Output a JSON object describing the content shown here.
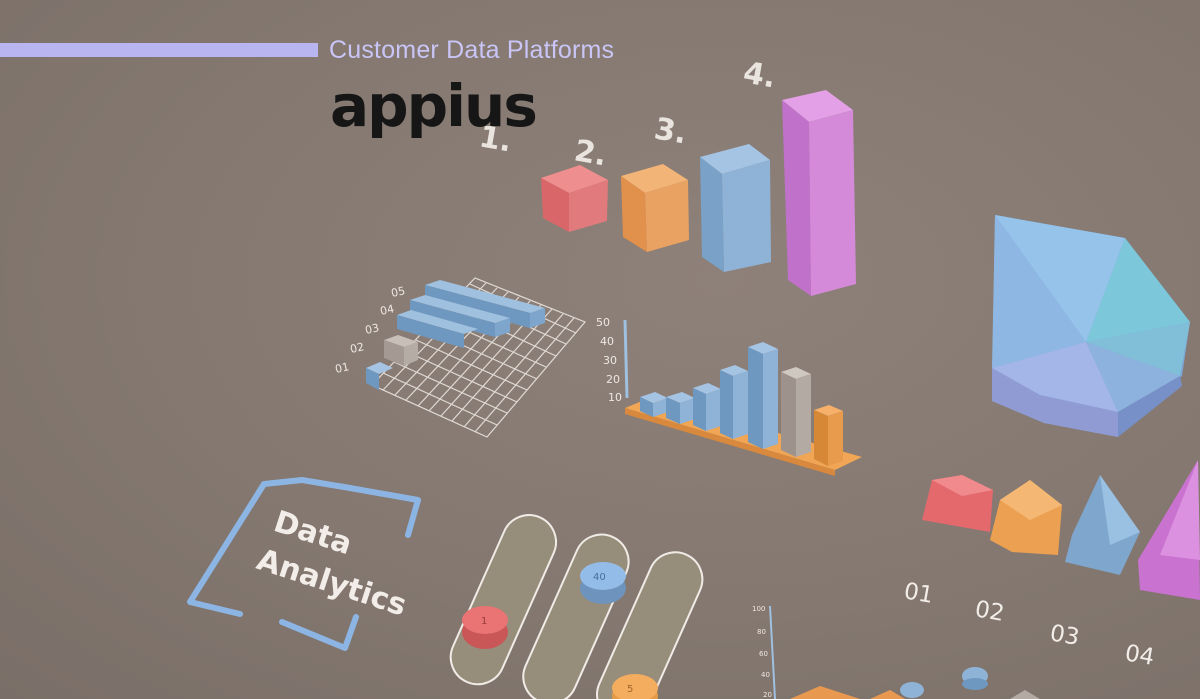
{
  "header": {
    "subtitle": "Customer Data Platforms",
    "logo_text": "appius"
  },
  "ranking_blocks": {
    "labels": [
      "1.",
      "2.",
      "3.",
      "4."
    ],
    "colors": [
      "#e0696b",
      "#e9994f",
      "#7fa6cc",
      "#c97bd0"
    ]
  },
  "horizontal_chart": {
    "ticks": [
      "05",
      "04",
      "03",
      "02",
      "01"
    ]
  },
  "vertical_chart": {
    "ticks": [
      "50",
      "40",
      "30",
      "20",
      "10"
    ]
  },
  "badge": {
    "line1": "Data",
    "line2": "Analytics"
  },
  "slider_values": [
    "1",
    "40",
    "5"
  ],
  "lower_blocks": {
    "labels": [
      "01",
      "02",
      "03",
      "04"
    ],
    "colors": [
      "#e0696b",
      "#e9994f",
      "#7fa6cc",
      "#c97bd0"
    ]
  },
  "small_axis": {
    "ticks": [
      "100",
      "80",
      "60",
      "40",
      "20"
    ]
  },
  "colors": {
    "background": "#847870",
    "accent": "#b8b5f0",
    "subtitle": "#c9c5f7"
  }
}
